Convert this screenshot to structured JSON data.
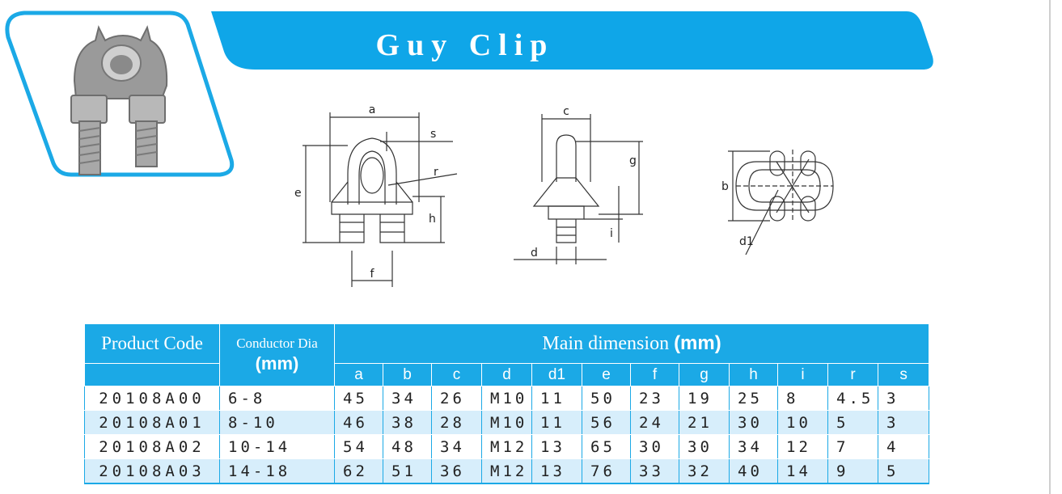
{
  "title": "Guy Clip",
  "colors": {
    "accent": "#1ba9e6",
    "row_alt": "#d7eefb"
  },
  "drawing_labels": {
    "front": [
      "a",
      "s",
      "r",
      "e",
      "h",
      "f"
    ],
    "side": [
      "c",
      "g",
      "i",
      "d"
    ],
    "top": [
      "b",
      "d1"
    ]
  },
  "table": {
    "product_code_header": "Product Code",
    "conductor_header": "Conductor Dia",
    "conductor_unit": "(mm)",
    "main_header": "Main dimension",
    "main_unit": "(mm)",
    "dimension_columns": [
      "a",
      "b",
      "c",
      "d",
      "d1",
      "e",
      "f",
      "g",
      "h",
      "i",
      "r",
      "s"
    ],
    "rows": [
      {
        "code": "20108A00",
        "conductor": "6-8",
        "dims": [
          "45",
          "34",
          "26",
          "M10",
          "11",
          "50",
          "23",
          "19",
          "25",
          "8",
          "4.5",
          "3"
        ]
      },
      {
        "code": "20108A01",
        "conductor": "8-10",
        "dims": [
          "46",
          "38",
          "28",
          "M10",
          "11",
          "56",
          "24",
          "21",
          "30",
          "10",
          "5",
          "3"
        ]
      },
      {
        "code": "20108A02",
        "conductor": "10-14",
        "dims": [
          "54",
          "48",
          "34",
          "M12",
          "13",
          "65",
          "30",
          "30",
          "34",
          "12",
          "7",
          "4"
        ]
      },
      {
        "code": "20108A03",
        "conductor": "14-18",
        "dims": [
          "62",
          "51",
          "36",
          "M12",
          "13",
          "76",
          "33",
          "32",
          "40",
          "14",
          "9",
          "5"
        ]
      }
    ]
  }
}
